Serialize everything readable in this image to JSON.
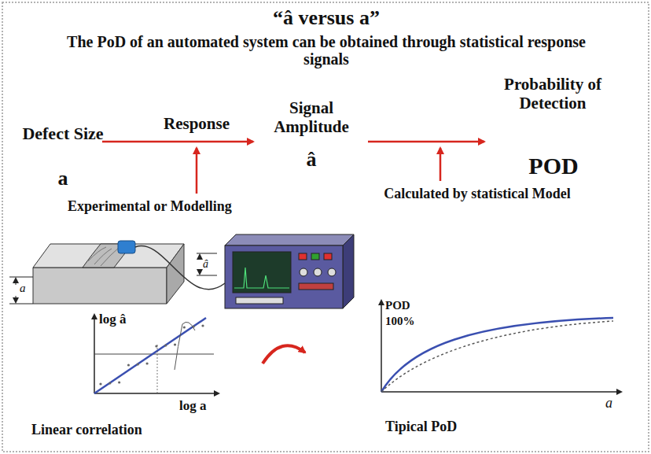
{
  "diagram": {
    "title": "“â versus a”",
    "labels": [
      "The PoD of an automated system can be obtained through statistical response signals",
      "Defect Size",
      "a",
      "Response",
      "Signal Amplitude",
      "â",
      "Probability of Detection",
      "POD",
      "Experimental or Modelling",
      "Calculated by statistical Model",
      "a",
      "â",
      "log â",
      "log a",
      "Linear correlation",
      "POD",
      "100%",
      "a",
      "Tipical PoD"
    ]
  }
}
